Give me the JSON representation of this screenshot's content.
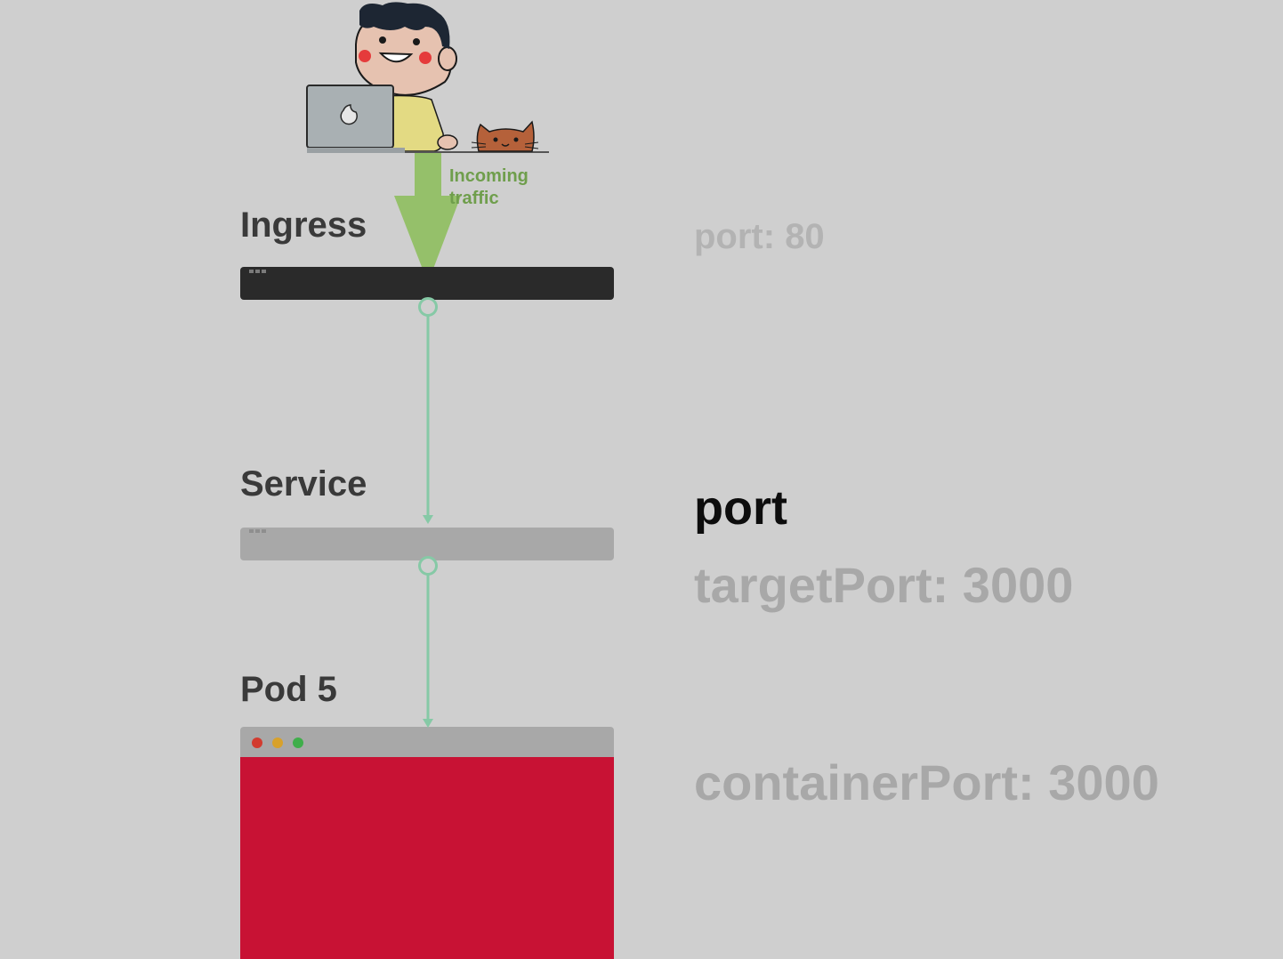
{
  "layers": {
    "ingress": {
      "label": "Ingress"
    },
    "service": {
      "label": "Service"
    },
    "pod": {
      "label": "Pod 5"
    }
  },
  "traffic": {
    "label": "Incoming traffic"
  },
  "ports": {
    "ingress_port": "port: 80",
    "service_port": "port",
    "target_port": "targetPort: 3000",
    "container_port": "containerPort: 3000"
  },
  "colors": {
    "background": "#cfcfcf",
    "ingress_bar": "#2a2a2a",
    "service_bar": "#a8a8a8",
    "pod_body": "#c81234",
    "connector": "#86c9a6",
    "traffic_arrow": "#95c06a"
  },
  "icons": [
    "developer-with-laptop-icon",
    "cat-icon",
    "window-dots-icon"
  ]
}
